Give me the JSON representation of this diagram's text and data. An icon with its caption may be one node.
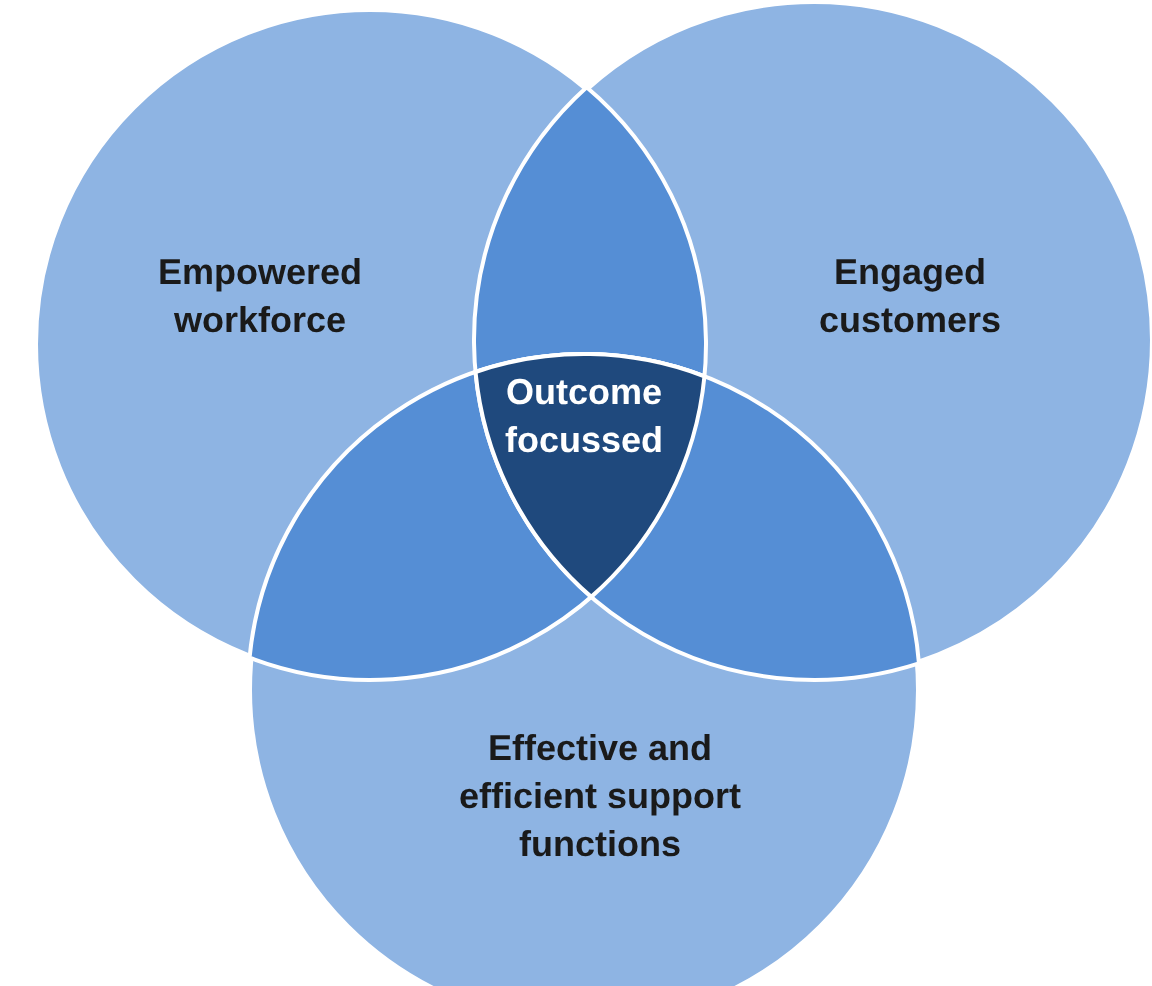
{
  "diagram": {
    "nodes": [
      {
        "text": [
          "Empowered workforce"
        ]
      },
      {
        "text": [
          "Engaged customers"
        ]
      },
      {
        "text": [
          "Effective and efficient support functions"
        ]
      },
      {
        "text": [
          "Outcome focussed"
        ]
      }
    ]
  }
}
